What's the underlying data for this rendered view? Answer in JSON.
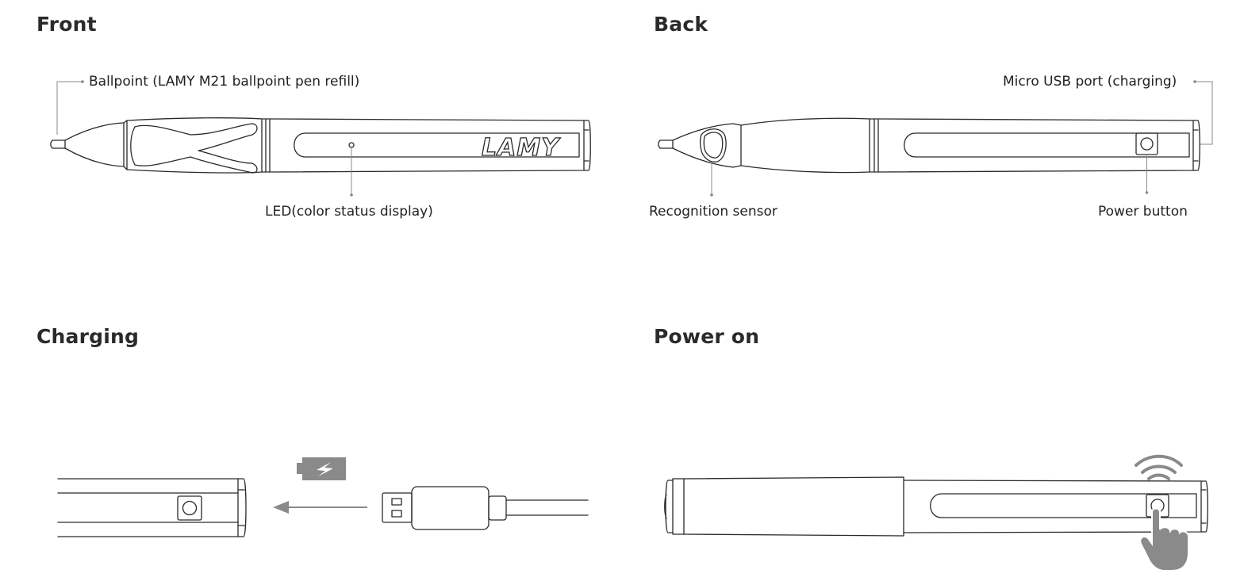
{
  "sections": {
    "front": {
      "title": "Front",
      "labels": {
        "ballpoint": "Ballpoint (LAMY M21 ballpoint pen refill)",
        "led": "LED(color status display)"
      },
      "logo": "LAMY"
    },
    "back": {
      "title": "Back",
      "labels": {
        "usb": "Micro USB port (charging)",
        "sensor": "Recognition sensor",
        "power": "Power button"
      }
    },
    "charging": {
      "title": "Charging",
      "icons": [
        "battery-charging-icon",
        "arrow-left-icon",
        "usb-connector-icon"
      ]
    },
    "power_on": {
      "title": "Power on",
      "icons": [
        "wireless-signal-icon",
        "pointing-hand-icon"
      ]
    }
  },
  "colors": {
    "text": "#222222",
    "line": "#2a2a2a",
    "leader": "#888888",
    "gray_icon": "#8a8a8a"
  }
}
